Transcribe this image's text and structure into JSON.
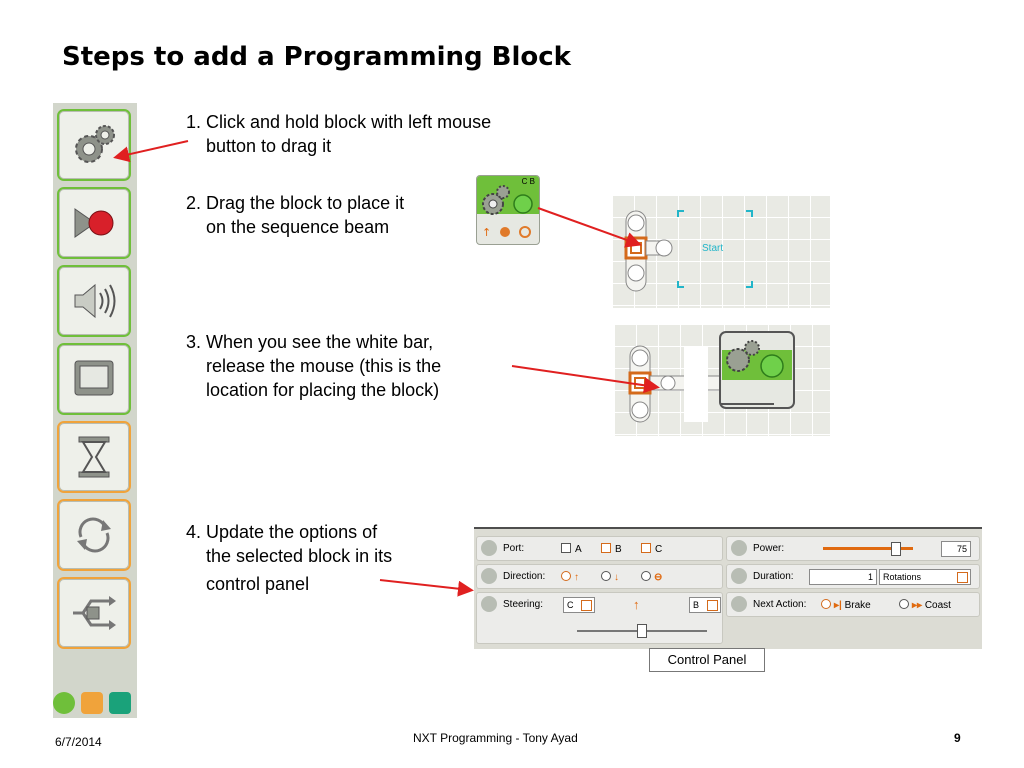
{
  "slide": {
    "title": "Steps to add a Programming Block",
    "steps": [
      {
        "line1": "1. Click and hold block with left mouse",
        "line2": "button to drag it"
      },
      {
        "line1": "2. Drag the block to place it",
        "line2": "on the sequence beam"
      },
      {
        "line1": "3. When you see the white bar,",
        "line2": "release the mouse (this is the",
        "line3": "location for placing the block)"
      },
      {
        "line1": "4. Update the options of",
        "line2": "the selected block in its",
        "line3": "control panel"
      }
    ],
    "palette_icons": [
      "gears-icon",
      "record-icon",
      "speaker-icon",
      "display-icon",
      "hourglass-icon",
      "loop-icon",
      "switch-icon"
    ],
    "beam_label": "Start",
    "block_ports": "C B",
    "control_panel": {
      "port_label": "Port:",
      "port_options": [
        "A",
        "B",
        "C"
      ],
      "direction_label": "Direction:",
      "steering_label": "Steering:",
      "steering_left": "C",
      "steering_right": "B",
      "power_label": "Power:",
      "power_value": "75",
      "duration_label": "Duration:",
      "duration_value": "1",
      "duration_unit": "Rotations",
      "next_action_label": "Next Action:",
      "brake_label": "Brake",
      "coast_label": "Coast",
      "caption": "Control Panel"
    },
    "footer": {
      "date": "6/7/2014",
      "center": "NXT Programming - Tony Ayad",
      "page": "9"
    },
    "colors": {
      "arrow": "#e02020",
      "palette_bg": "#d2d6cb",
      "green_accent": "#6fbf3a",
      "orange_accent": "#f0a33b"
    }
  }
}
